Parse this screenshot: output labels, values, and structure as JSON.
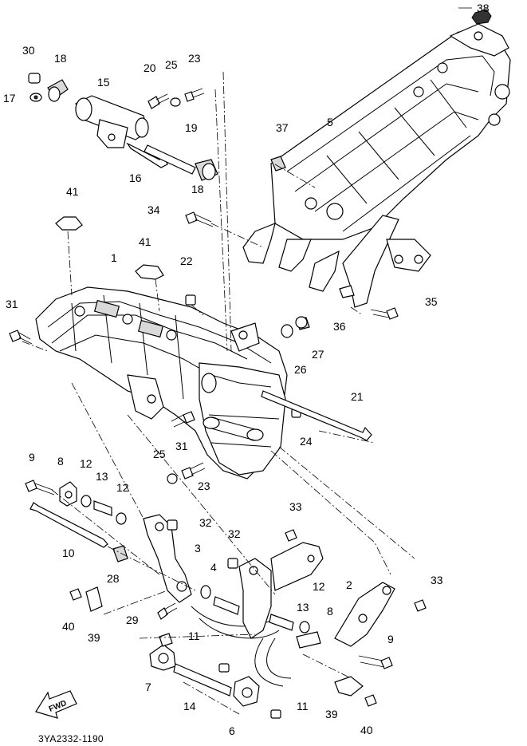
{
  "diagram": {
    "drawing_code": "3YA2332-1190",
    "fwd_label": "FWD",
    "callouts": [
      "1",
      "2",
      "3",
      "4",
      "5",
      "6",
      "7",
      "8",
      "9",
      "10",
      "11",
      "12",
      "13",
      "14",
      "15",
      "16",
      "17",
      "18",
      "19",
      "20",
      "21",
      "22",
      "23",
      "24",
      "25",
      "26",
      "27",
      "28",
      "29",
      "30",
      "31",
      "32",
      "33",
      "34",
      "35",
      "36",
      "37",
      "38",
      "39",
      "40",
      "41"
    ]
  }
}
